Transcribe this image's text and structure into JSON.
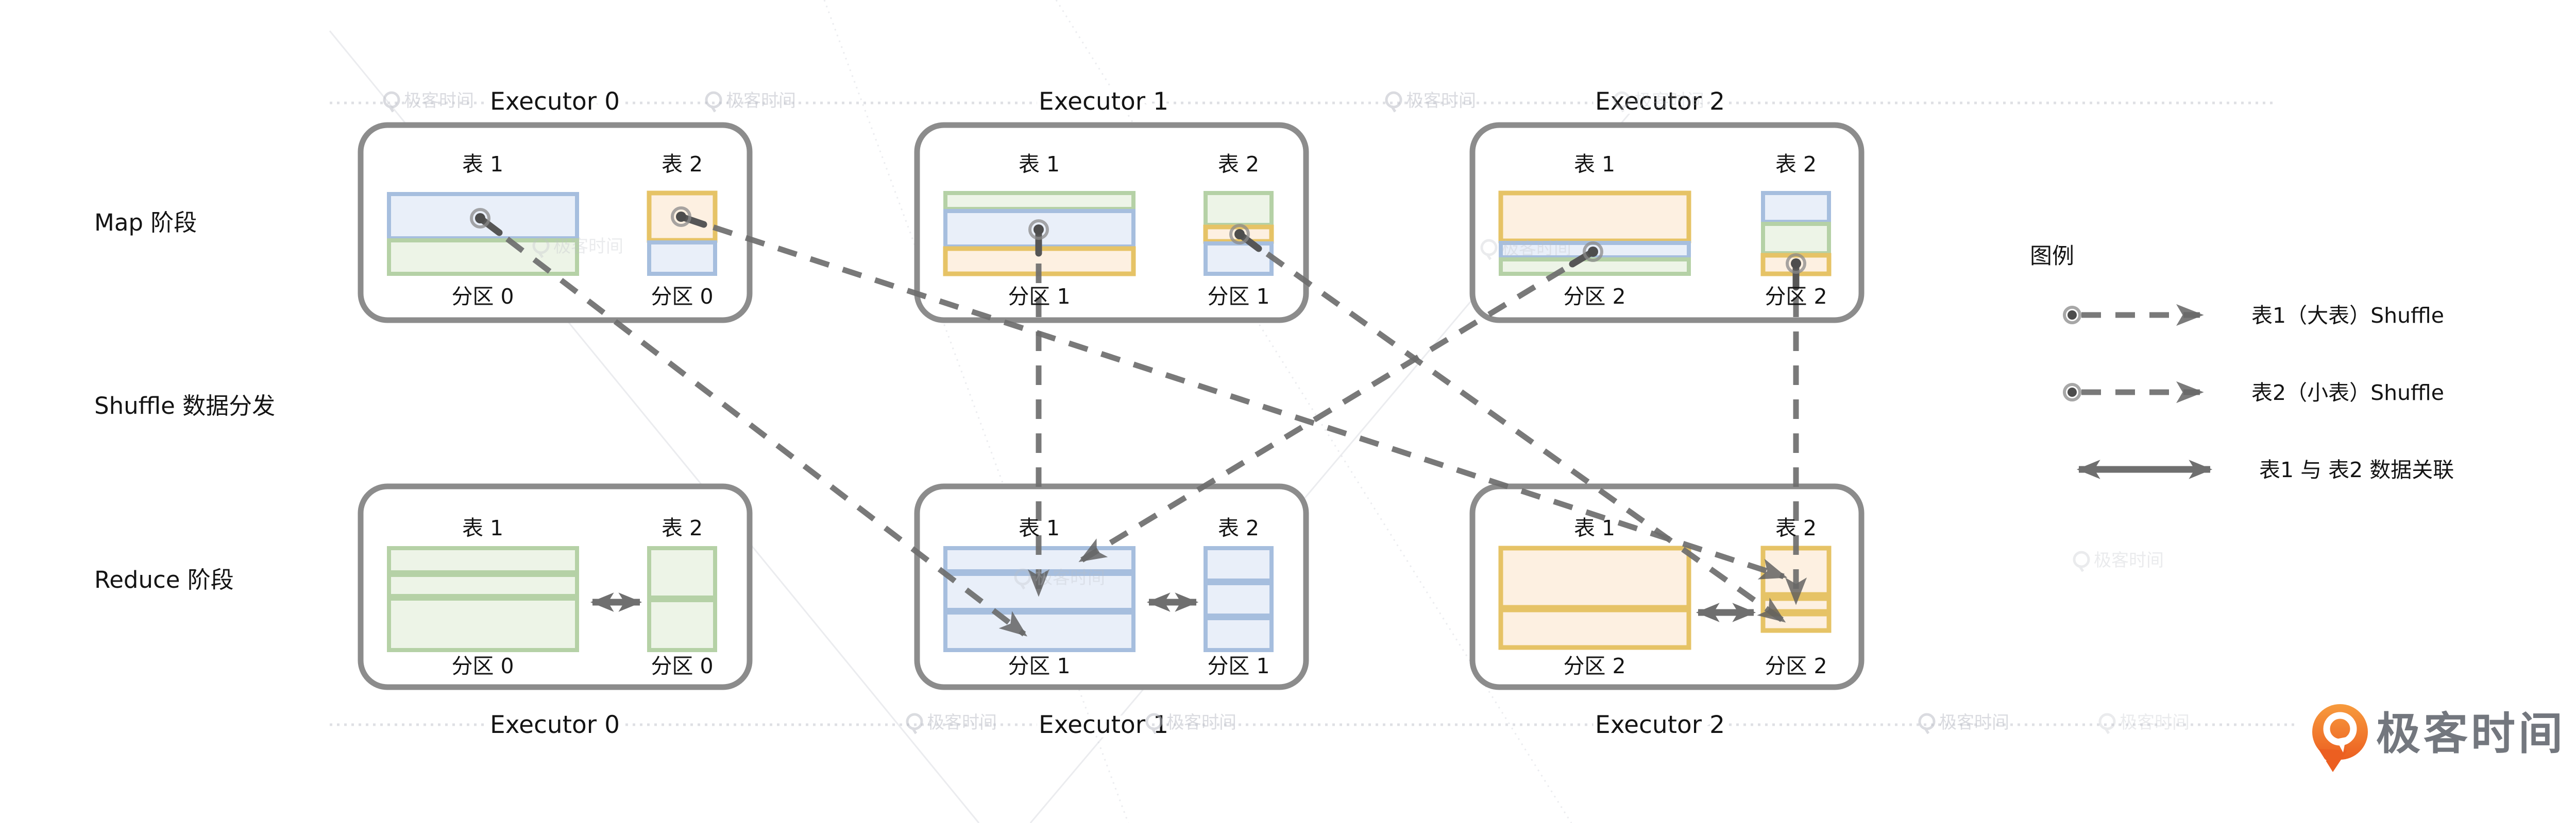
{
  "colors": {
    "text": "#141414",
    "box_border": "#8c8c8c",
    "blue_fill": "#e9eff9",
    "blue_border": "#a6bede",
    "green_fill": "#edf4e7",
    "green_border": "#b5d1a6",
    "orange_fill": "#fdf0e1",
    "orange_border": "#e6c366",
    "arrow": "#6e6e6e",
    "assoc_arrow": "#6f6f6f",
    "dotted_line": "#dfe0e4",
    "watermark": "#bcbfc7",
    "logo_orange": "#f4772a",
    "logo_text": "#73777e"
  },
  "phases": {
    "map": "Map 阶段",
    "shuffle": "Shuffle 数据分发",
    "reduce": "Reduce 阶段"
  },
  "executors": {
    "e0": "Executor 0",
    "e1": "Executor 1",
    "e2": "Executor 2"
  },
  "map_row": {
    "e0": {
      "table1": "表 1",
      "table2": "表 2",
      "partition1": "分区 0",
      "partition2": "分区 0"
    },
    "e1": {
      "table1": "表 1",
      "table2": "表 2",
      "partition1": "分区 1",
      "partition2": "分区 1"
    },
    "e2": {
      "table1": "表 1",
      "table2": "表 2",
      "partition1": "分区 2",
      "partition2": "分区 2"
    }
  },
  "reduce_row": {
    "e0": {
      "table1": "表 1",
      "table2": "表 2",
      "partition1": "分区 0",
      "partition2": "分区 0"
    },
    "e1": {
      "table1": "表 1",
      "table2": "表 2",
      "partition1": "分区 1",
      "partition2": "分区 1"
    },
    "e2": {
      "table1": "表 1",
      "table2": "表 2",
      "partition1": "分区 2",
      "partition2": "分区 2"
    }
  },
  "legend": {
    "title": "图例",
    "item1": "表1（大表）Shuffle",
    "item2": "表2（小表）Shuffle",
    "item3": "表1 与 表2 数据关联"
  },
  "watermark_text": "极客时间",
  "logo_text": "极客时间"
}
